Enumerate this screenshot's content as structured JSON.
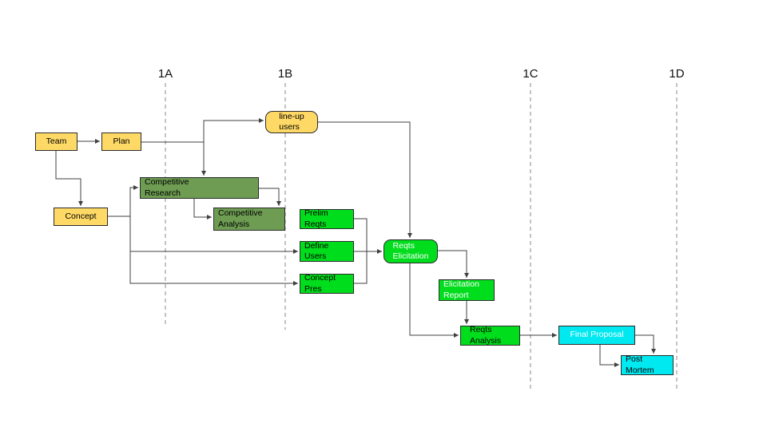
{
  "diagram": {
    "phase_labels": {
      "p1a": "1A",
      "p1b": "1B",
      "p1c": "1C",
      "p1d": "1D"
    },
    "nodes": {
      "team": {
        "label": "Team"
      },
      "plan": {
        "label": "Plan"
      },
      "concept": {
        "label": "Concept"
      },
      "lineup_users": {
        "label": "line-up\nusers"
      },
      "competitive_research": {
        "label": "Competitive\nResearch"
      },
      "competitive_analysis": {
        "label": "Competitive\nAnalysis"
      },
      "prelim_reqts": {
        "label": "Prelim\nReqts"
      },
      "define_users": {
        "label": "Define\nUsers"
      },
      "concept_pres": {
        "label": "Concept\nPres"
      },
      "reqts_elicitation": {
        "label": "Reqts\nElicitation"
      },
      "elicitation_report": {
        "label": "Elicitation\nReport"
      },
      "reqts_analysis": {
        "label": "Reqts\nAnalysis"
      },
      "final_proposal": {
        "label": "Final Proposal"
      },
      "post_mortem": {
        "label": "Post\nMortem"
      }
    },
    "colors": {
      "task_yellow": "#ffd966",
      "task_olive": "#6d9c52",
      "task_green": "#00dd1c",
      "task_cyan": "#00e8f0",
      "connector": "#404040",
      "phase_line": "#8a8a8a"
    }
  }
}
